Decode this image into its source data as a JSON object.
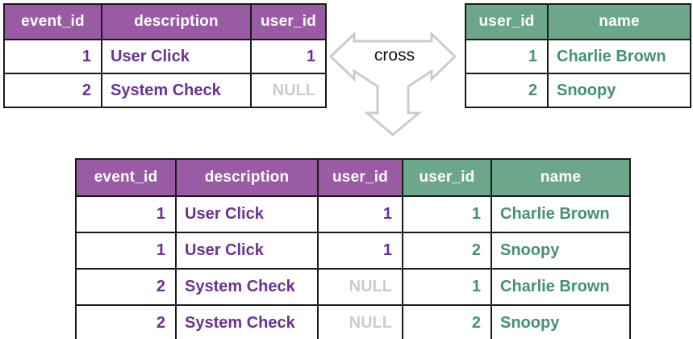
{
  "operator": {
    "label": "cross"
  },
  "left_table": {
    "columns": [
      "event_id",
      "description",
      "user_id"
    ],
    "rows": [
      [
        "1",
        "User Click",
        "1"
      ],
      [
        "2",
        "System Check",
        "NULL"
      ]
    ]
  },
  "right_table": {
    "columns": [
      "user_id",
      "name"
    ],
    "rows": [
      [
        "1",
        "Charlie Brown"
      ],
      [
        "2",
        "Snoopy"
      ]
    ]
  },
  "result_table": {
    "columns": [
      "event_id",
      "description",
      "user_id",
      "user_id",
      "name"
    ],
    "rows": [
      [
        "1",
        "User Click",
        "1",
        "1",
        "Charlie Brown"
      ],
      [
        "1",
        "User Click",
        "1",
        "2",
        "Snoopy"
      ],
      [
        "2",
        "System Check",
        "NULL",
        "1",
        "Charlie Brown"
      ],
      [
        "2",
        "System Check",
        "NULL",
        "2",
        "Snoopy"
      ]
    ]
  },
  "colors": {
    "purple_header": "#9a5ba5",
    "green_header": "#6ca68b",
    "purple_text": "#6c3191",
    "green_text": "#459077",
    "null_text": "#cccccc",
    "border": "#1a1a1a",
    "arrow_outline": "#cccccc"
  }
}
